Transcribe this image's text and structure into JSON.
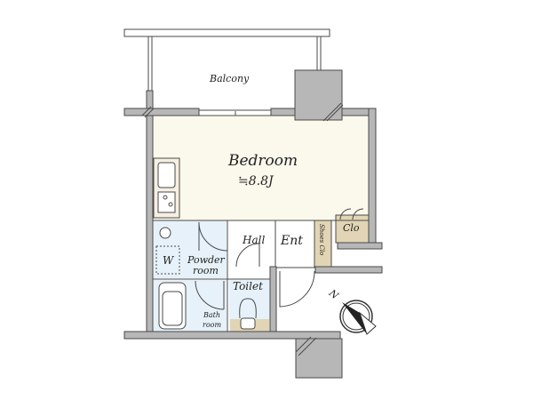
{
  "plan": {
    "rooms": {
      "balcony": "Balcony",
      "bedroom": "Bedroom",
      "bedroom_area": "≒8.8J",
      "hall": "Hall",
      "entrance": "Ent",
      "shoes_closet": "Shoes Clo",
      "closet": "Clo",
      "washer": "W",
      "powder_room_1": "Powder",
      "powder_room_2": "room",
      "toilet": "Toilet",
      "bath_1": "Bath",
      "bath_2": "room"
    },
    "compass_label": "N"
  },
  "colors": {
    "wall": "#b7b7b7",
    "floor": "#fbf9ec",
    "wet_area": "#e6f1f9",
    "closet": "#e2d5b5"
  }
}
